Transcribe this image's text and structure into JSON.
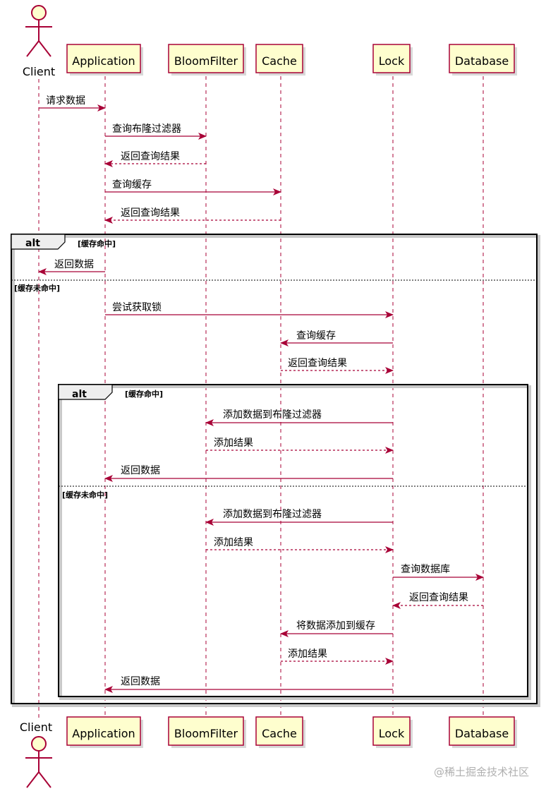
{
  "participants": [
    {
      "id": "client",
      "label": "Client",
      "kind": "actor"
    },
    {
      "id": "app",
      "label": "Application",
      "kind": "box"
    },
    {
      "id": "bloom",
      "label": "BloomFilter",
      "kind": "box"
    },
    {
      "id": "cache",
      "label": "Cache",
      "kind": "box"
    },
    {
      "id": "lock",
      "label": "Lock",
      "kind": "box"
    },
    {
      "id": "db",
      "label": "Database",
      "kind": "box"
    }
  ],
  "messages": [
    {
      "from": "client",
      "to": "app",
      "label": "请求数据",
      "style": "solid"
    },
    {
      "from": "app",
      "to": "bloom",
      "label": "查询布隆过滤器",
      "style": "solid"
    },
    {
      "from": "bloom",
      "to": "app",
      "label": "返回查询结果",
      "style": "dashed"
    },
    {
      "from": "app",
      "to": "cache",
      "label": "查询缓存",
      "style": "solid"
    },
    {
      "from": "cache",
      "to": "app",
      "label": "返回查询结果",
      "style": "dashed"
    },
    {
      "from": "app",
      "to": "client",
      "label": "返回数据",
      "style": "solid"
    },
    {
      "from": "app",
      "to": "lock",
      "label": "尝试获取锁",
      "style": "solid"
    },
    {
      "from": "lock",
      "to": "cache",
      "label": "查询缓存",
      "style": "solid"
    },
    {
      "from": "cache",
      "to": "lock",
      "label": "返回查询结果",
      "style": "dashed"
    },
    {
      "from": "lock",
      "to": "bloom",
      "label": "添加数据到布隆过滤器",
      "style": "solid"
    },
    {
      "from": "bloom",
      "to": "lock",
      "label": "添加结果",
      "style": "dashed"
    },
    {
      "from": "lock",
      "to": "app",
      "label": "返回数据",
      "style": "solid"
    },
    {
      "from": "lock",
      "to": "bloom",
      "label": "添加数据到布隆过滤器",
      "style": "solid"
    },
    {
      "from": "bloom",
      "to": "lock",
      "label": "添加结果",
      "style": "dashed"
    },
    {
      "from": "lock",
      "to": "db",
      "label": "查询数据库",
      "style": "solid"
    },
    {
      "from": "db",
      "to": "lock",
      "label": "返回查询结果",
      "style": "dashed"
    },
    {
      "from": "lock",
      "to": "cache",
      "label": "将数据添加到缓存",
      "style": "solid"
    },
    {
      "from": "cache",
      "to": "lock",
      "label": "添加结果",
      "style": "dashed"
    },
    {
      "from": "lock",
      "to": "app",
      "label": "返回数据",
      "style": "solid"
    }
  ],
  "frames": [
    {
      "keyword": "alt",
      "cond1": "[缓存命中]",
      "cond2": "[缓存未命中]"
    },
    {
      "keyword": "alt",
      "cond1": "[缓存命中]",
      "cond2": "[缓存未命中]"
    }
  ],
  "watermark": "@稀土掘金技术社区"
}
